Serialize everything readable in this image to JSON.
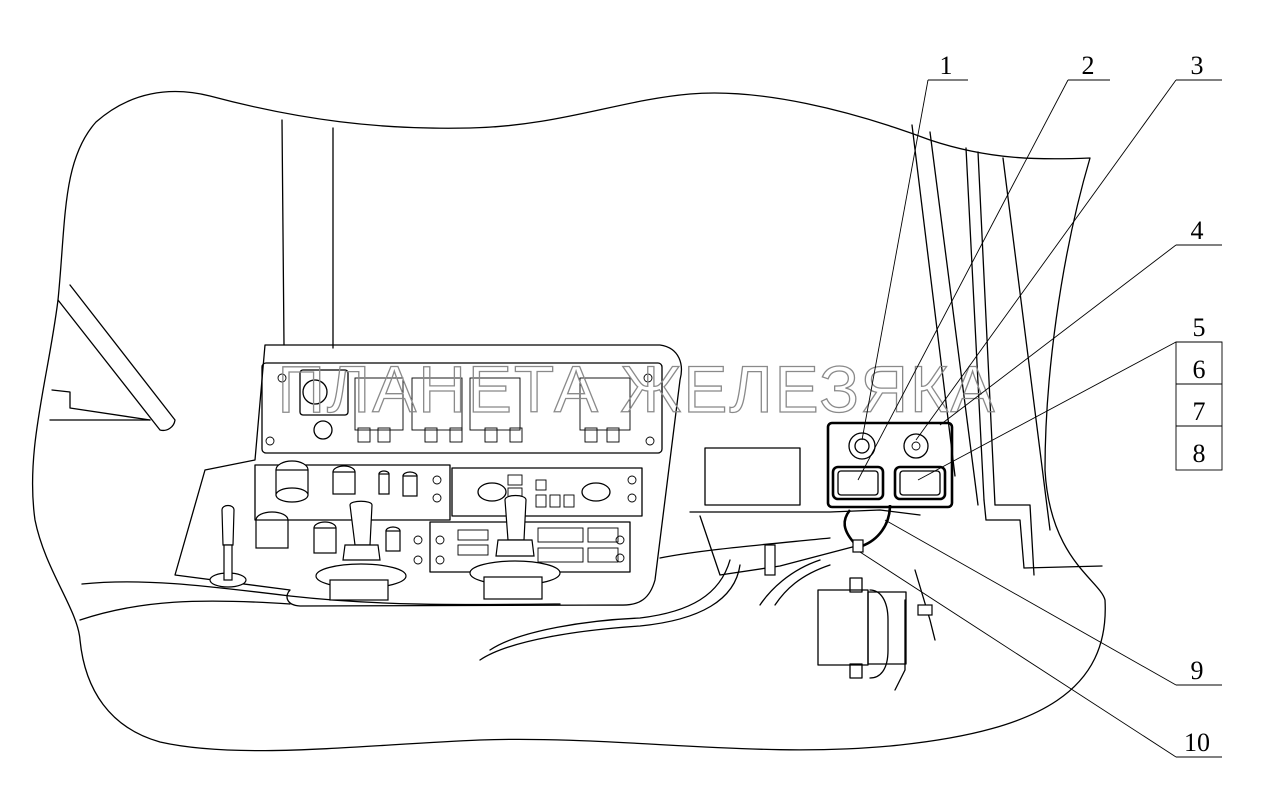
{
  "watermark": "ПЛАНЕТА ЖЕЛЕЗЯКА",
  "callouts": [
    {
      "id": "1",
      "label": "1"
    },
    {
      "id": "2",
      "label": "2"
    },
    {
      "id": "3",
      "label": "3"
    },
    {
      "id": "4",
      "label": "4"
    },
    {
      "id": "5",
      "label": "5"
    },
    {
      "id": "6",
      "label": "6"
    },
    {
      "id": "7",
      "label": "7"
    },
    {
      "id": "8",
      "label": "8"
    },
    {
      "id": "9",
      "label": "9"
    },
    {
      "id": "10",
      "label": "10"
    }
  ]
}
